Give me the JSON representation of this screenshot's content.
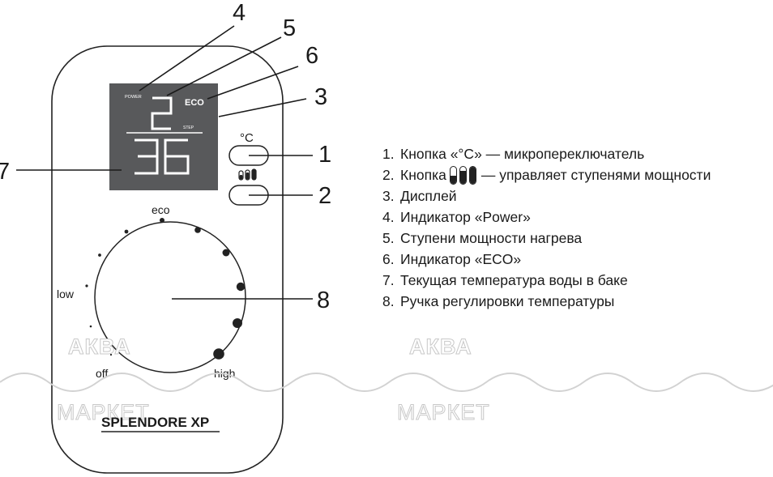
{
  "controller": {
    "brand": "SPLENDORE XP",
    "display": {
      "power_label": "POWER",
      "eco_label": "ECO",
      "step_label": "STEP",
      "step_digit": "2",
      "temperature_digits": "36"
    },
    "buttons": {
      "celsius_label": "°C"
    },
    "knob": {
      "label_eco": "eco",
      "label_low": "low",
      "label_off": "off",
      "label_high": "high"
    }
  },
  "callouts": [
    "4",
    "5",
    "6",
    "3",
    "1",
    "7",
    "2",
    "8"
  ],
  "legend": [
    {
      "num": "1.",
      "text": "Кнопка «°С» — микропереключатель"
    },
    {
      "num": "2.",
      "text_before": "Кнопка",
      "text_after": "— управляет ступенями мощности",
      "icon": "power-steps-icon"
    },
    {
      "num": "3.",
      "text": "Дисплей"
    },
    {
      "num": "4.",
      "text": "Индикатор «Power»"
    },
    {
      "num": "5.",
      "text": "Ступени мощности нагрева"
    },
    {
      "num": "6.",
      "text": "Индикатор «ECO»"
    },
    {
      "num": "7.",
      "text": "Текущая температура воды в баке"
    },
    {
      "num": "8.",
      "text": "Ручка регулировки температуры"
    }
  ],
  "watermark": {
    "line1": "АКВА",
    "line2": "МАРКЕТ"
  },
  "colors": {
    "display_bg": "#58595b",
    "ink": "#1a1a1a",
    "outline": "#222222",
    "watermark_stroke": "#c8c8c8"
  }
}
